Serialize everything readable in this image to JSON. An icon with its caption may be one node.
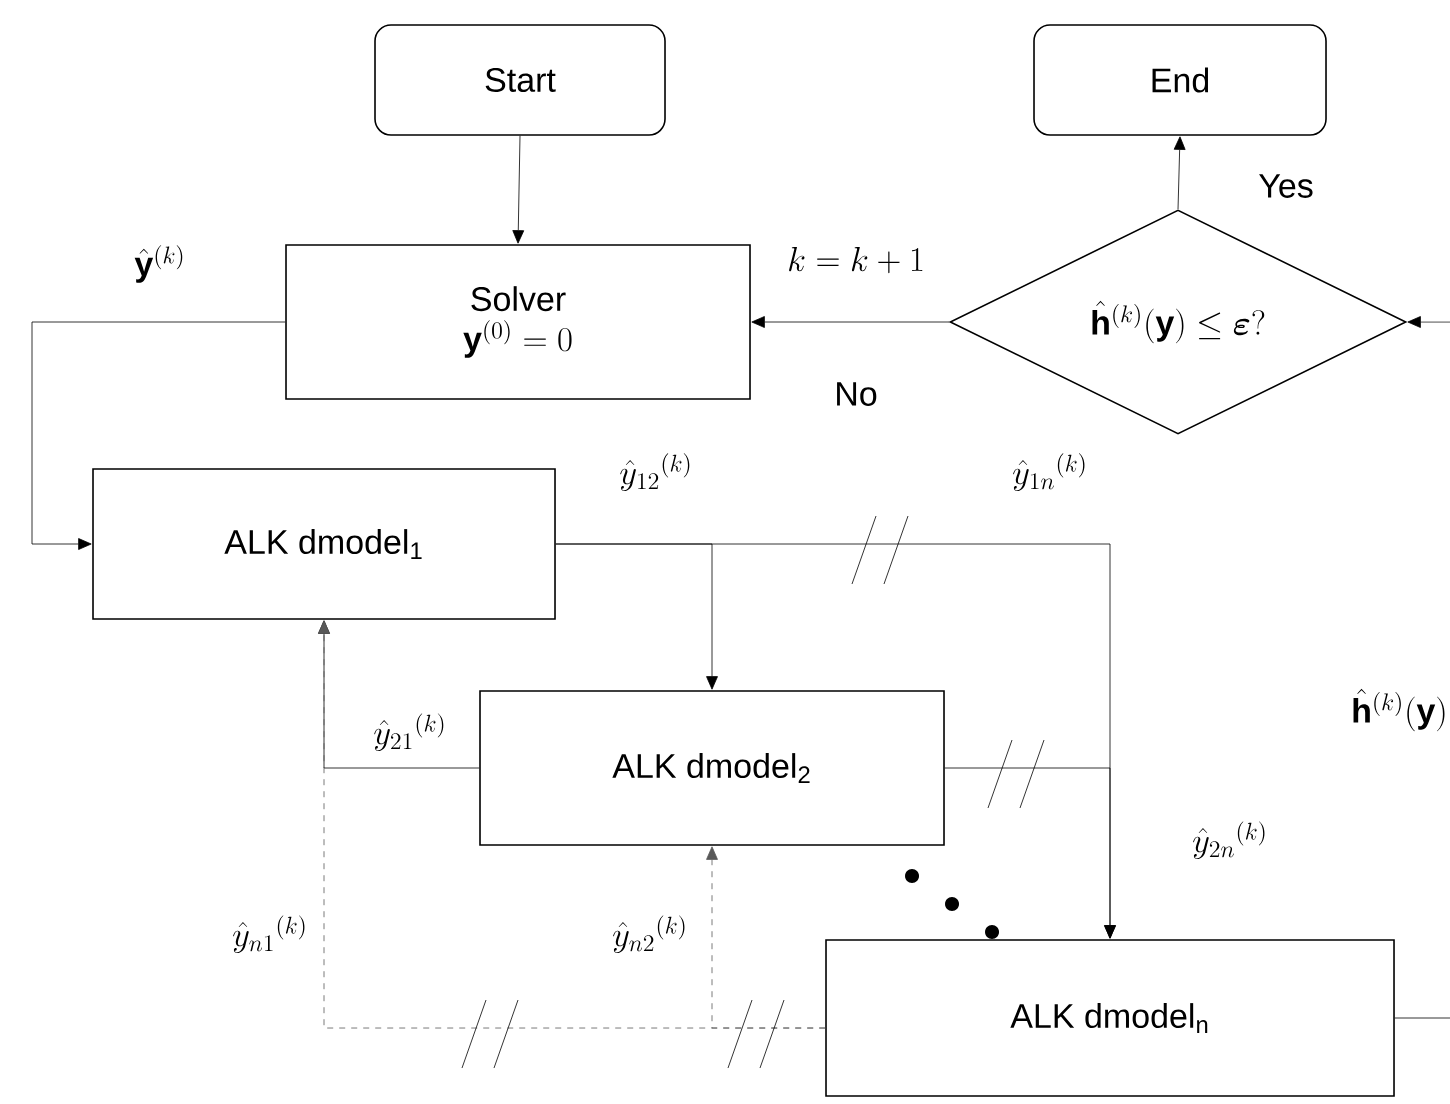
{
  "diagram": {
    "nodes": [
      {
        "text": [
          "Start"
        ]
      },
      {
        "text": [
          "End"
        ]
      },
      {
        "text": [
          "Solver",
          "\\mathbf{y}^{(0)} = 0"
        ]
      },
      {
        "text": [
          "\\hat{\\mathbf{h}}^{(k)}(\\mathbf{y}) \\leq \\bm{\\varepsilon}?"
        ]
      },
      {
        "text": [
          "ALK dmodel$_{1}$"
        ]
      },
      {
        "text": [
          "ALK dmodel$_{2}$"
        ]
      },
      {
        "text": [
          "ALK dmodel$_{n}$"
        ]
      }
    ],
    "edges": [
      {
        "from": 0,
        "to": 2,
        "arrow": "to"
      },
      {
        "from": 3,
        "to": 1,
        "arrow": "to",
        "label": "Yes"
      },
      {
        "from": 3,
        "to": 2,
        "arrow": "to",
        "label": "No"
      },
      {
        "from": null,
        "to": 3,
        "arrow": "to"
      },
      {
        "from": 2,
        "to": 4,
        "arrow": "to",
        "label": "\\hat{\\mathbf{y}}^{(k)}"
      },
      {
        "from": 4,
        "to": 5,
        "arrow": "to",
        "label": "\\hat{y}_{12}{}^{(k)}"
      },
      {
        "from": 4,
        "to": 6,
        "arrow": "to",
        "label": "\\hat{y}_{1n}{}^{(k)}"
      },
      {
        "from": 5,
        "to": 6,
        "arrow": "to",
        "label": "\\hat{y}_{2n}{}^{(k)}"
      },
      {
        "from": 5,
        "to": 4,
        "arrow": "to",
        "label": "\\hat{y}_{21}{}^{(k)}"
      },
      {
        "from": 6,
        "to": 4,
        "arrow": "to",
        "style": "dashed",
        "label": "\\hat{y}_{n1}{}^{(k)}"
      },
      {
        "from": 6,
        "to": 5,
        "arrow": "to",
        "style": "dashed",
        "label": "\\hat{y}_{n2}{}^{(k)}"
      },
      {
        "from": 6,
        "to": null,
        "arrow": "none"
      }
    ],
    "labels": [
      "k = k+1",
      "\\hat{\\mathbf{h}}^{(k)}(\\mathbf{y})"
    ]
  }
}
